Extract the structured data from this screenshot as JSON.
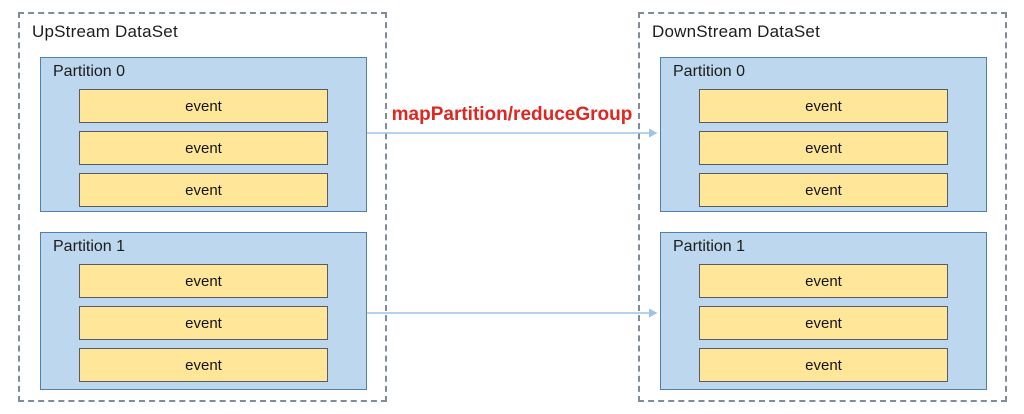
{
  "diagram": {
    "arrow_label": "mapPartition/reduceGroup",
    "colors": {
      "container_border": "#808d99",
      "partition_fill": "#BDD7EE",
      "partition_border": "#5081AD",
      "event_fill": "#FFE699",
      "event_border": "#5A5A64",
      "arrow": "#9DC3E6",
      "label_red": "#E02621"
    },
    "containers": [
      {
        "title": "UpStream DataSet",
        "partitions": [
          {
            "label": "Partition 0",
            "events": [
              "event",
              "event",
              "event"
            ]
          },
          {
            "label": "Partition 1",
            "events": [
              "event",
              "event",
              "event"
            ]
          }
        ]
      },
      {
        "title": "DownStream DataSet",
        "partitions": [
          {
            "label": "Partition 0",
            "events": [
              "event",
              "event",
              "event"
            ]
          },
          {
            "label": "Partition 1",
            "events": [
              "event",
              "event",
              "event"
            ]
          }
        ]
      }
    ]
  }
}
